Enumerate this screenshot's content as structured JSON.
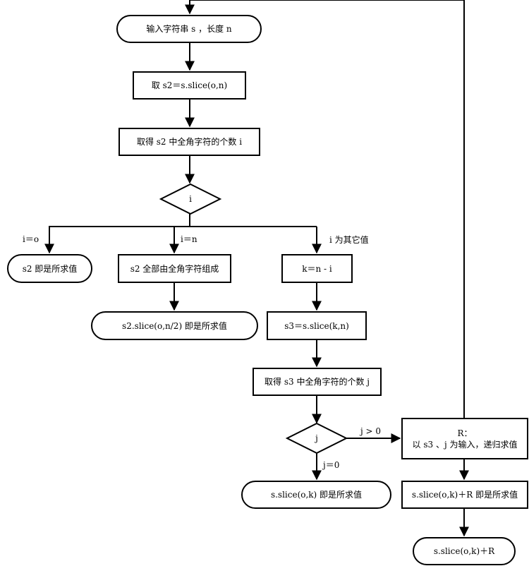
{
  "nodes": {
    "input": "输入字符串 s ，长度 n",
    "take_s2": "取 s2＝s.slice(o,n)",
    "count_i": "取得 s2 中全角字符的个数 i",
    "decision_i": "i",
    "result_s2": "s2 即是所求值",
    "all_fullwidth": "s2 全部由全角字符组成",
    "result_half": "s2.slice(o,n/2) 即是所求值",
    "compute_k": "k＝n - i",
    "take_s3": "s3＝s.slice(k,n)",
    "count_j": "取得 s3 中全角字符的个数 j",
    "decision_j": "j",
    "result_sk": "s.slice(o,k) 即是所求值",
    "recurse_title": "R：",
    "recurse_body": "以 s3 、j 为输入，递归求值",
    "result_skR": "s.slice(o,k)＋R 即是所求值",
    "final": "s.slice(o,k)＋R"
  },
  "edge_labels": {
    "i_zero": "i＝o",
    "i_n": "i＝n",
    "i_other": "i 为其它值",
    "j_gt": "j > 0",
    "j_zero": "j＝0"
  }
}
